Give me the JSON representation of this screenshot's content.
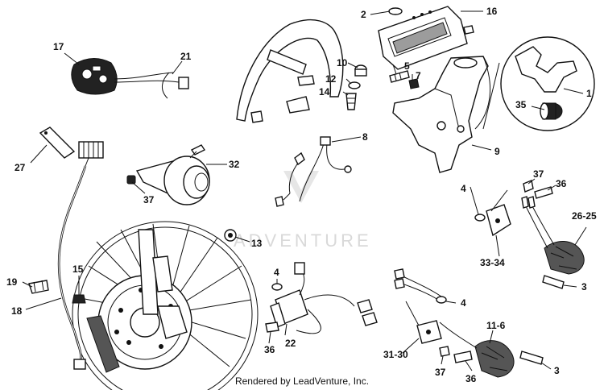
{
  "diagram": {
    "callouts": {
      "c1": "1",
      "c2": "2",
      "c3a": "3",
      "c3b": "3",
      "c4a": "4",
      "c4b": "4",
      "c4c": "4",
      "c5": "5",
      "c7": "7",
      "c8": "8",
      "c9": "9",
      "c10": "10",
      "c116": "11-6",
      "c12": "12",
      "c13": "13",
      "c14": "14",
      "c15": "15",
      "c16": "16",
      "c17": "17",
      "c18": "18",
      "c19": "19",
      "c21": "21",
      "c22": "22",
      "c2625": "26-25",
      "c27": "27",
      "c3130": "31-30",
      "c32": "32",
      "c3334": "33-34",
      "c35": "35",
      "c36a": "36",
      "c36b": "36",
      "c36c": "36",
      "c37a": "37",
      "c37b": "37",
      "c37c": "37"
    },
    "watermark": "ADVENTURE"
  },
  "footer": {
    "text": "Rendered by LeadVenture, Inc."
  }
}
